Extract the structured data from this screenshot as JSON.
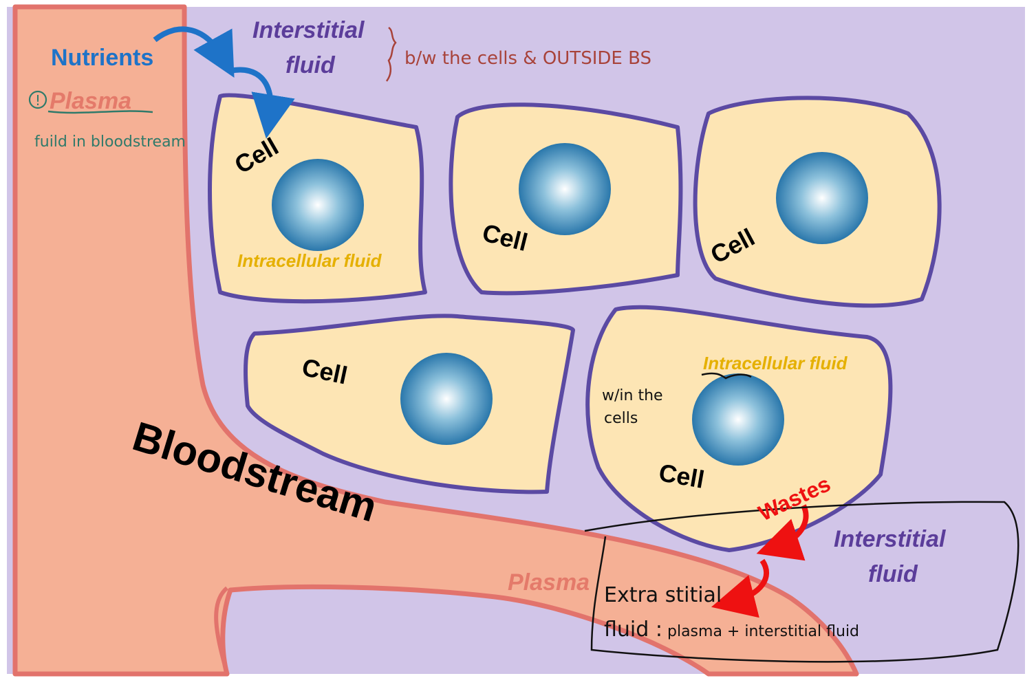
{
  "colors": {
    "background": "#d1c5e8",
    "blood": "#f5b095",
    "blood_edge": "#e2736c",
    "cell_fill": "#fde5b4",
    "cell_edge": "#5b4aa3",
    "nucleus": "#2f7fb0",
    "nutrient_arrow": "#1e73c8",
    "waste_arrow": "#ee1111",
    "interstitial_text": "#5b3d9a",
    "intracellular_text": "#e5b000",
    "plasma_text": "#e47a6a",
    "annotation_red": "#a8433a",
    "annotation_teal": "#2f7a6a"
  },
  "labels": {
    "nutrients": "Nutrients",
    "interstitial_top_line1": "Interstitial",
    "interstitial_top_line2": "fluid",
    "plasma_top": "Plasma",
    "plasma_note_marker": "!",
    "plasma_note": "fuild in bloodstream",
    "interstitial_note": "b/w the cells & OUTSIDE  BS",
    "cell": "Cell",
    "intracellular_1": "Intracellular fluid",
    "intracellular_2": "Intracellular fluid",
    "within_note_line1": "w/in the",
    "within_note_line2": "cells",
    "bloodstream": "Bloodstream",
    "wastes": "Wastes",
    "plasma_bottom": "Plasma",
    "interstitial_bottom_line1": "Interstitial",
    "interstitial_bottom_line2": "fluid",
    "extra_line1": "Extra stitial",
    "extra_line2a": "fluid :",
    "extra_line2b": "plasma + interstitial fluid"
  }
}
